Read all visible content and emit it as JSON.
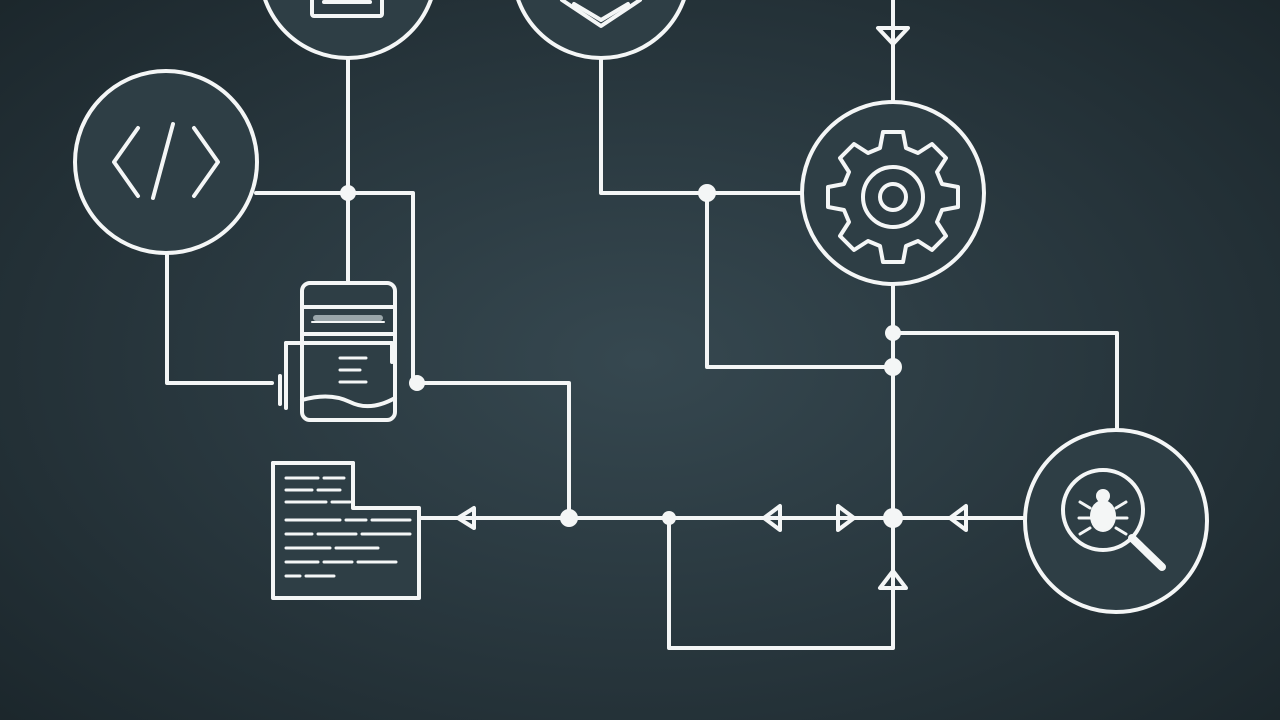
{
  "colors": {
    "background_center": "#364850",
    "background_edge": "#1b262b",
    "stroke": "#f4f6f6"
  },
  "nodes": [
    {
      "id": "document-top",
      "icon": "document-icon"
    },
    {
      "id": "shield-top",
      "icon": "shield-icon"
    },
    {
      "id": "code",
      "icon": "code-brackets-icon"
    },
    {
      "id": "settings",
      "icon": "gear-icon"
    },
    {
      "id": "debug",
      "icon": "bug-search-icon"
    },
    {
      "id": "file-stack",
      "icon": "file-stack-icon"
    },
    {
      "id": "log-output",
      "icon": "text-document-icon"
    }
  ],
  "connectors": {
    "style": "orthogonal-lines",
    "arrow_heads": "triangle",
    "junctions": "filled-dots"
  }
}
